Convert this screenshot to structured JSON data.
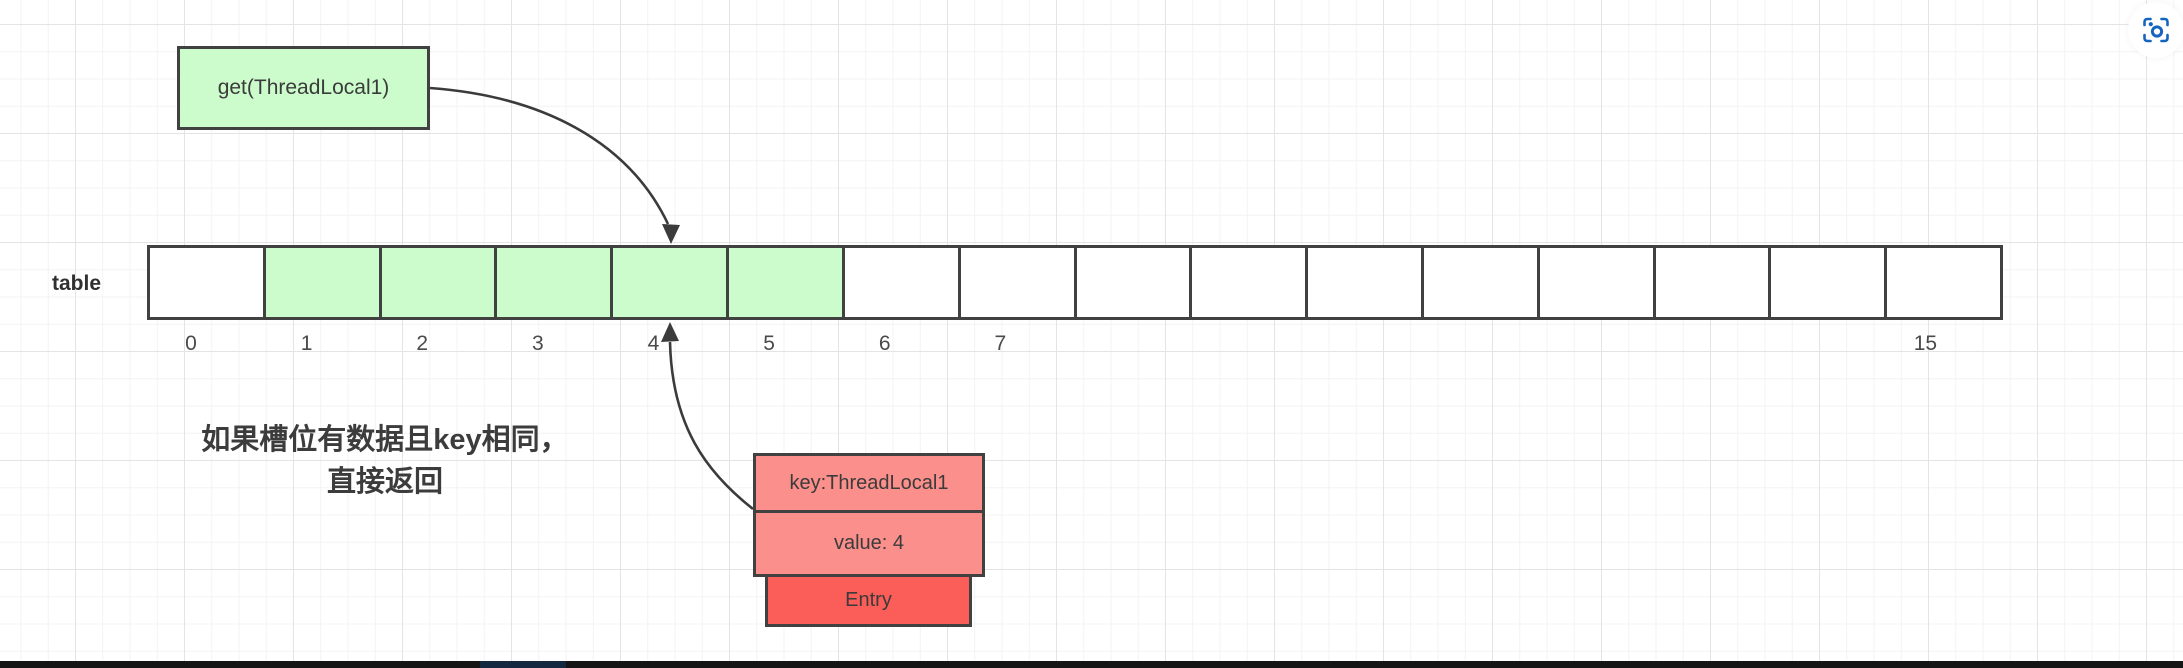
{
  "diagram": {
    "get_box": {
      "label": "get(ThreadLocal1)"
    },
    "table_label": "table",
    "table": {
      "cell_count": 16,
      "cells": [
        {
          "index": 0,
          "green": false,
          "label": "0"
        },
        {
          "index": 1,
          "green": true,
          "label": "1"
        },
        {
          "index": 2,
          "green": true,
          "label": "2"
        },
        {
          "index": 3,
          "green": true,
          "label": "3"
        },
        {
          "index": 4,
          "green": true,
          "label": "4"
        },
        {
          "index": 5,
          "green": true,
          "label": "5"
        },
        {
          "index": 6,
          "green": false,
          "label": "6"
        },
        {
          "index": 7,
          "green": false,
          "label": "7"
        },
        {
          "index": 8,
          "green": false,
          "label": ""
        },
        {
          "index": 9,
          "green": false,
          "label": ""
        },
        {
          "index": 10,
          "green": false,
          "label": ""
        },
        {
          "index": 11,
          "green": false,
          "label": ""
        },
        {
          "index": 12,
          "green": false,
          "label": ""
        },
        {
          "index": 13,
          "green": false,
          "label": ""
        },
        {
          "index": 14,
          "green": false,
          "label": ""
        },
        {
          "index": 15,
          "green": false,
          "label": "15"
        }
      ]
    },
    "annotation": {
      "line1": "如果槽位有数据且key相同，",
      "line2": "直接返回"
    },
    "entry_stack": {
      "key": "key:ThreadLocal1",
      "value": "value: 4",
      "footer": "Entry"
    },
    "colors": {
      "cell_green": "#ccfccb",
      "entry_pink": "#fb8f8b",
      "entry_red": "#fb5d58",
      "shape_border": "#414141",
      "arrow": "#3b3b3b",
      "capture_icon_blue": "#1565c0",
      "bottom_bar": "#151515"
    }
  }
}
